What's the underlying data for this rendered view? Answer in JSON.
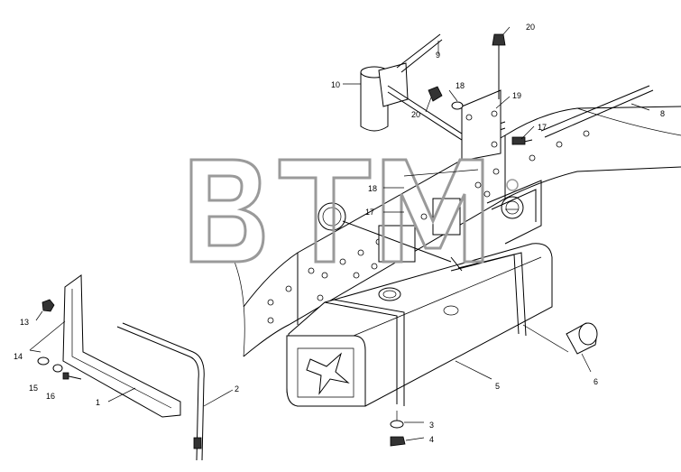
{
  "watermark": {
    "text": "BTM",
    "registered": "®",
    "color": "#9a9a9a"
  },
  "callouts": [
    {
      "id": "c1",
      "label": "1"
    },
    {
      "id": "c2",
      "label": "2"
    },
    {
      "id": "c3",
      "label": "3"
    },
    {
      "id": "c4",
      "label": "4"
    },
    {
      "id": "c5",
      "label": "5"
    },
    {
      "id": "c6",
      "label": "6"
    },
    {
      "id": "c8",
      "label": "8"
    },
    {
      "id": "c9",
      "label": "9"
    },
    {
      "id": "c10",
      "label": "10"
    },
    {
      "id": "c13",
      "label": "13"
    },
    {
      "id": "c14",
      "label": "14"
    },
    {
      "id": "c15",
      "label": "15"
    },
    {
      "id": "c16",
      "label": "16"
    },
    {
      "id": "c17a",
      "label": "17"
    },
    {
      "id": "c17b",
      "label": "17"
    },
    {
      "id": "c18a",
      "label": "18"
    },
    {
      "id": "c18b",
      "label": "18"
    },
    {
      "id": "c19",
      "label": "19"
    },
    {
      "id": "c20a",
      "label": "20"
    },
    {
      "id": "c20b",
      "label": "20"
    }
  ]
}
